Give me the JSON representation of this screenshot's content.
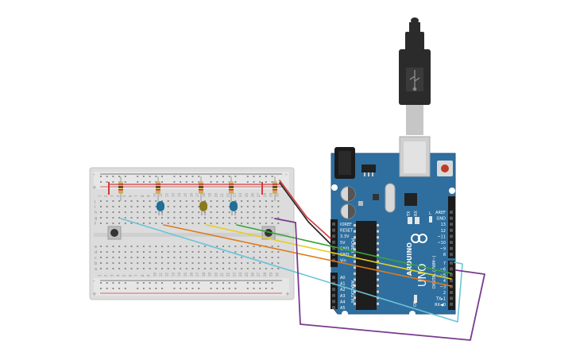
{
  "colors": {
    "arduino_board": "#2f6f9f",
    "breadboard": "#dcdcdc",
    "rail_red": "#d23a3a",
    "wire_purple": "#7a3a8f",
    "wire_cyan": "#6cc4d6",
    "wire_orange": "#e07a1a",
    "wire_yellow": "#e6cf1a",
    "wire_green": "#3aa33a",
    "wire_black": "#222222",
    "led_blue": "#1f6f96",
    "led_yellow": "#8a7a1a"
  },
  "board": {
    "power_header": [
      "IOREF",
      "RESET",
      "3.3V",
      "5V",
      "GND",
      "GND",
      "Vin"
    ],
    "power_title": "POWER",
    "analog_header": [
      "A0",
      "A1",
      "A2",
      "A3",
      "A4",
      "A5"
    ],
    "analog_title": "ANALOG IN",
    "digital_top": [
      "AREF",
      "GND",
      "13",
      "12",
      "~11",
      "~10",
      "~9",
      "8"
    ],
    "digital_bottom": [
      "7",
      "~6",
      "~5",
      "4",
      "~3",
      "2",
      "TX▸1",
      "RX◀0"
    ],
    "digital_title": "DIGITAL (PWM~)",
    "brand": "ARDUINO",
    "model": "UNO",
    "tx_label": "TX",
    "rx_label": "RX",
    "l_label": "L",
    "on_label": "ON"
  },
  "breadboard": {
    "row_letters_top": [
      "j",
      "i",
      "h",
      "g",
      "f"
    ],
    "row_letters_bottom": [
      "e",
      "d",
      "c",
      "b",
      "a"
    ],
    "rail_minus": "-",
    "rail_plus": "+",
    "column_numbers": [
      "1",
      "2",
      "3",
      "4",
      "5",
      "6",
      "7",
      "8",
      "9",
      "10",
      "11",
      "12",
      "13",
      "14",
      "15",
      "16",
      "17",
      "18",
      "19",
      "20",
      "21",
      "22",
      "23",
      "24",
      "25",
      "26",
      "27",
      "28",
      "29",
      "30"
    ]
  },
  "usb_cable_icon": "usb-icon"
}
